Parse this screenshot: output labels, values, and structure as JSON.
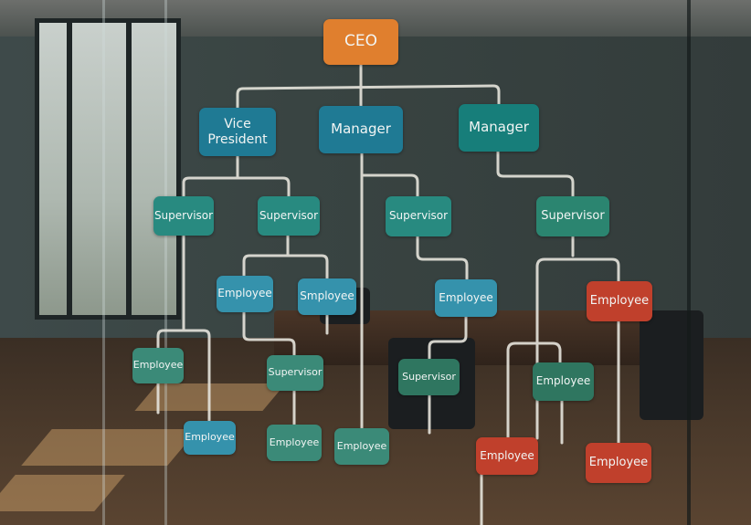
{
  "chart": {
    "title": "Organizational chart on glass wall",
    "nodes": [
      {
        "id": "ceo",
        "label": "CEO",
        "level": 0,
        "color": "#e07f2e"
      },
      {
        "id": "vp",
        "label": "Vice\nPresident",
        "level": 1,
        "parent": "ceo",
        "color": "#1f7a94"
      },
      {
        "id": "mgr1",
        "label": "Manager",
        "level": 1,
        "parent": "ceo",
        "color": "#1f7a94"
      },
      {
        "id": "mgr2",
        "label": "Manager",
        "level": 1,
        "parent": "ceo",
        "color": "#177e7a"
      },
      {
        "id": "sup1",
        "label": "Supervisor",
        "level": 2,
        "parent": "vp",
        "color": "#288a80"
      },
      {
        "id": "sup2",
        "label": "Supervisor",
        "level": 2,
        "parent": "vp",
        "color": "#288a80"
      },
      {
        "id": "sup3",
        "label": "Supervisor",
        "level": 2,
        "parent": "mgr1",
        "color": "#288a80"
      },
      {
        "id": "sup4",
        "label": "Supervisor",
        "level": 2,
        "parent": "mgr2",
        "color": "#2b8570"
      },
      {
        "id": "emp1",
        "label": "Employee",
        "level": 3,
        "parent": "sup2",
        "color": "#3592ac"
      },
      {
        "id": "emp2",
        "label": "Smployee",
        "level": 3,
        "parent": "sup2",
        "color": "#3592ac"
      },
      {
        "id": "emp3",
        "label": "Employee",
        "level": 3,
        "parent": "sup3",
        "color": "#3592ac"
      },
      {
        "id": "emp4",
        "label": "Employee",
        "level": 3,
        "parent": "sup4",
        "color": "#c0402c"
      },
      {
        "id": "emp5",
        "label": "Employee",
        "level": 4,
        "parent": "sup1",
        "color": "#3b8a78"
      },
      {
        "id": "emp6",
        "label": "Employee",
        "level": 5,
        "parent": "sup1",
        "color": "#3592ac"
      },
      {
        "id": "sup5",
        "label": "Supervisor",
        "level": 4,
        "parent": "emp1",
        "color": "#3b8a78"
      },
      {
        "id": "emp7",
        "label": "Employee",
        "level": 5,
        "parent": "sup5",
        "color": "#3b8a78"
      },
      {
        "id": "emp8",
        "label": "Employee",
        "level": 5,
        "parent": "mgr1",
        "color": "#3b8a78"
      },
      {
        "id": "sup6",
        "label": "Supervisor",
        "level": 4,
        "parent": "emp3",
        "color": "#2f7660"
      },
      {
        "id": "emp9",
        "label": "Employee",
        "level": 4,
        "parent": "sup4",
        "color": "#2f7660"
      },
      {
        "id": "emp10",
        "label": "Employee",
        "level": 5,
        "parent": "sup4",
        "color": "#c0402c"
      },
      {
        "id": "emp11",
        "label": "Employee",
        "level": 5,
        "parent": "emp4",
        "color": "#c0402c"
      }
    ]
  },
  "labels": {
    "ceo": "CEO",
    "vp": "Vice President",
    "mgr1": "Manager",
    "mgr2": "Manager",
    "sup1": "Supervisor",
    "sup2": "Supervisor",
    "sup3": "Supervisor",
    "sup4": "Supervisor",
    "emp1": "Employee",
    "emp2": "Smployee",
    "emp3": "Employee",
    "emp4": "Employee",
    "emp5": "Employee",
    "emp6": "Employee",
    "sup5": "Supervisor",
    "emp7": "Employee",
    "emp8": "Employee",
    "sup6": "Supervisor",
    "emp9": "Employee",
    "emp10": "Employee",
    "emp11": "Employee"
  },
  "colors": {
    "ceo": "#e07f2e",
    "manager_blue": "#1f7a94",
    "manager_teal": "#177e7a",
    "supervisor": "#288a80",
    "employee_blue": "#3592ac",
    "employee_teal": "#3b8a78",
    "employee_green": "#2f7660",
    "employee_red": "#c0402c",
    "connector": "#e6e4dc"
  }
}
